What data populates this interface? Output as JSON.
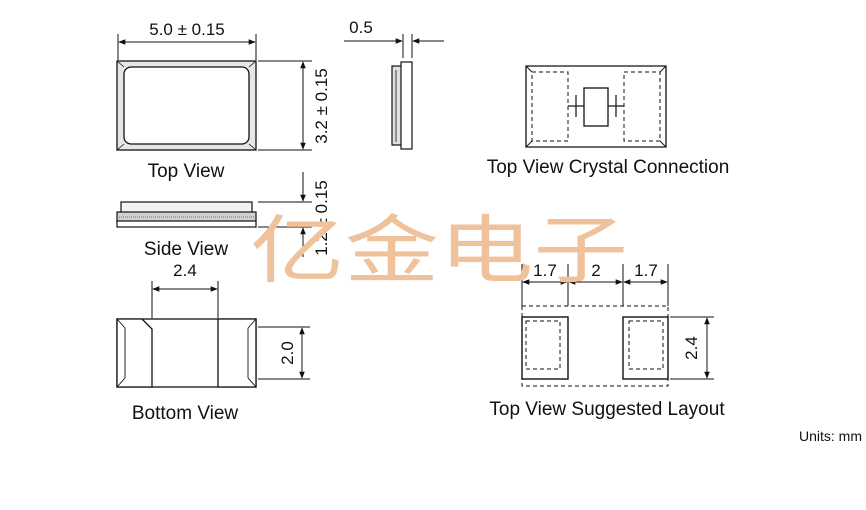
{
  "views": {
    "top_view": "Top View",
    "side_view": "Side View",
    "bottom_view": "Bottom View",
    "crystal_connection": "Top View Crystal Connection",
    "suggested_layout": "Top View Suggested Layout"
  },
  "dimensions": {
    "length": "5.0 ± 0.15",
    "width": "3.2 ± 0.15",
    "height": "1.2 ± 0.15",
    "thickness": "0.5",
    "pad_spacing": "2.4",
    "pad_height": "2.0",
    "layout_pad_left": "1.7",
    "layout_gap": "2",
    "layout_pad_right": "1.7",
    "layout_height": "2.4"
  },
  "units": "Units: mm",
  "watermark": "亿金电子",
  "colors": {
    "line": "#111111",
    "body": "#d9d9d9",
    "watermark": "#f0c29c"
  }
}
